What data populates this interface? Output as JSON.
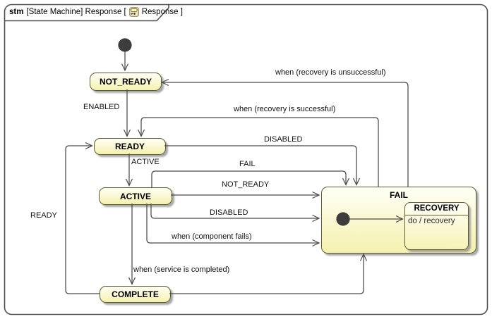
{
  "diagram": {
    "kind_label": "stm",
    "header_text": "[State Machine] Response [",
    "header_suffix": "Response ]",
    "icon": "state-machine-diagram-icon"
  },
  "states": {
    "not_ready": "NOT_READY",
    "ready": "READY",
    "active": "ACTIVE",
    "complete": "COMPLETE",
    "fail": "FAIL",
    "recovery": "RECOVERY",
    "recovery_activity": "do / recovery"
  },
  "transitions": {
    "enabled": "ENABLED",
    "active": "ACTIVE",
    "ready": "READY",
    "fail": "FAIL",
    "not_ready": "NOT_READY",
    "disabled_from_ready": "DISABLED",
    "disabled_from_active": "DISABLED",
    "component_fails": "when (component fails)",
    "service_completed": "when (service is completed)",
    "recovery_successful": "when (recovery is successful)",
    "recovery_unsuccessful": "when (recovery is unsuccessful)"
  },
  "colors": {
    "state_fill_top": "#fffff6",
    "state_fill_bottom": "#f5f1ae",
    "state_border": "#5c5c33",
    "edge": "#4a4a4a",
    "shadow": "#919191"
  }
}
